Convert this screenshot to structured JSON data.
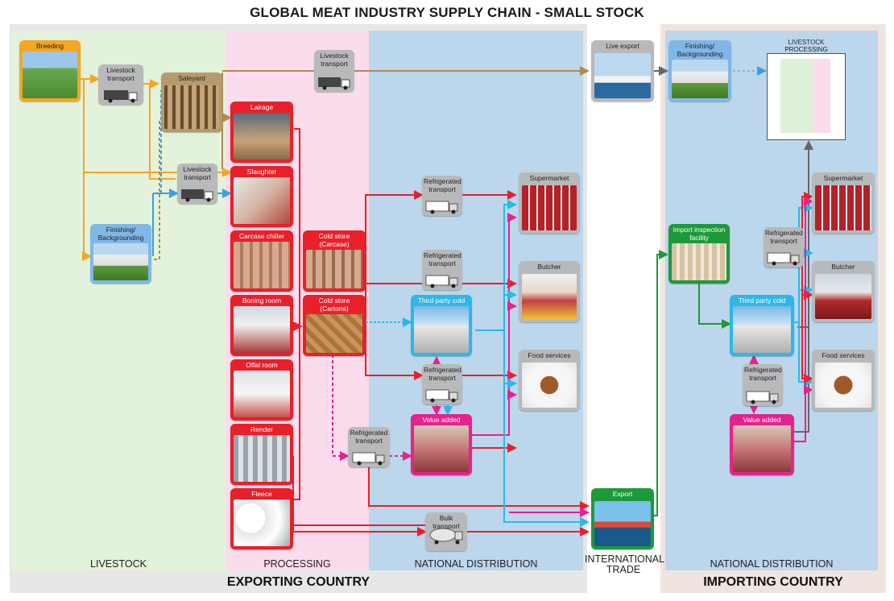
{
  "title": "GLOBAL MEAT INDUSTRY SUPPLY CHAIN - SMALL STOCK",
  "zones": {
    "livestock": "LIVESTOCK",
    "processing": "PROCESSING",
    "national_distribution_export": "NATIONAL DISTRIBUTION",
    "international_trade": "INTERNATIONAL\nTRADE",
    "national_distribution_import": "NATIONAL DISTRIBUTION"
  },
  "countries": {
    "exporting": "EXPORTING COUNTRY",
    "importing": "IMPORTING COUNTRY"
  },
  "nodes": {
    "breeding": "Breeding",
    "livestock_transport_1": "Livestock\ntransport",
    "saleyard": "Saleyard",
    "livestock_transport_top": "Livestock\ntransport",
    "livestock_transport_2": "Livestock\ntransport",
    "finishing_export": "Finishing/\nBackgrounding",
    "lairage": "Lairage",
    "slaughter": "Slaughter",
    "carcase_chiller": "Carcase chiller",
    "boning_room": "Boning room",
    "offal_room": "Offal room",
    "render": "Render",
    "fleece": "Fleece",
    "cold_store_carcase": "Cold store\n(Carcase)",
    "cold_store_cartons": "Cold store\n(Cartons)",
    "refrig_transport_1": "Refrigerated\ntransport",
    "refrig_transport_2": "Refrigerated\ntransport",
    "third_party_cold_store_export": "Third party cold store",
    "refrig_transport_3": "Refrigerated\ntransport",
    "value_added_export": "Value added",
    "refrig_transport_4": "Refrigerated\ntransport",
    "bulk_transport": "Bulk transport",
    "supermarket_export": "Supermarket",
    "butcher_export": "Butcher",
    "food_services_export": "Food services",
    "live_export": "Live export",
    "export": "Export",
    "finishing_import": "Finishing/\nBackgrounding",
    "livestock_processing": "LIVESTOCK\nPROCESSING",
    "import_inspection": "Import inspection\nfacility",
    "refrig_transport_import_1": "Refrigerated\ntransport",
    "third_party_cold_store_import": "Third party cold store",
    "refrig_transport_import_2": "Refrigerated\ntransport",
    "value_added_import": "Value added",
    "supermarket_import": "Supermarket",
    "butcher_import": "Butcher",
    "food_services_import": "Food services"
  },
  "colors": {
    "livestock_bg": "#e3f2db",
    "processing_bg": "#fbdcec",
    "distribution_bg": "#bcd6ec",
    "importing_bg": "#f0e4df",
    "flow_orange": "#f5a623",
    "flow_tan": "#b08a56",
    "flow_blue": "#3aa0e0",
    "flow_red": "#e8202a",
    "flow_pink": "#e6238c",
    "flow_cyan": "#2bb8e8",
    "flow_green": "#1c9a3a",
    "flow_gray": "#666666"
  }
}
